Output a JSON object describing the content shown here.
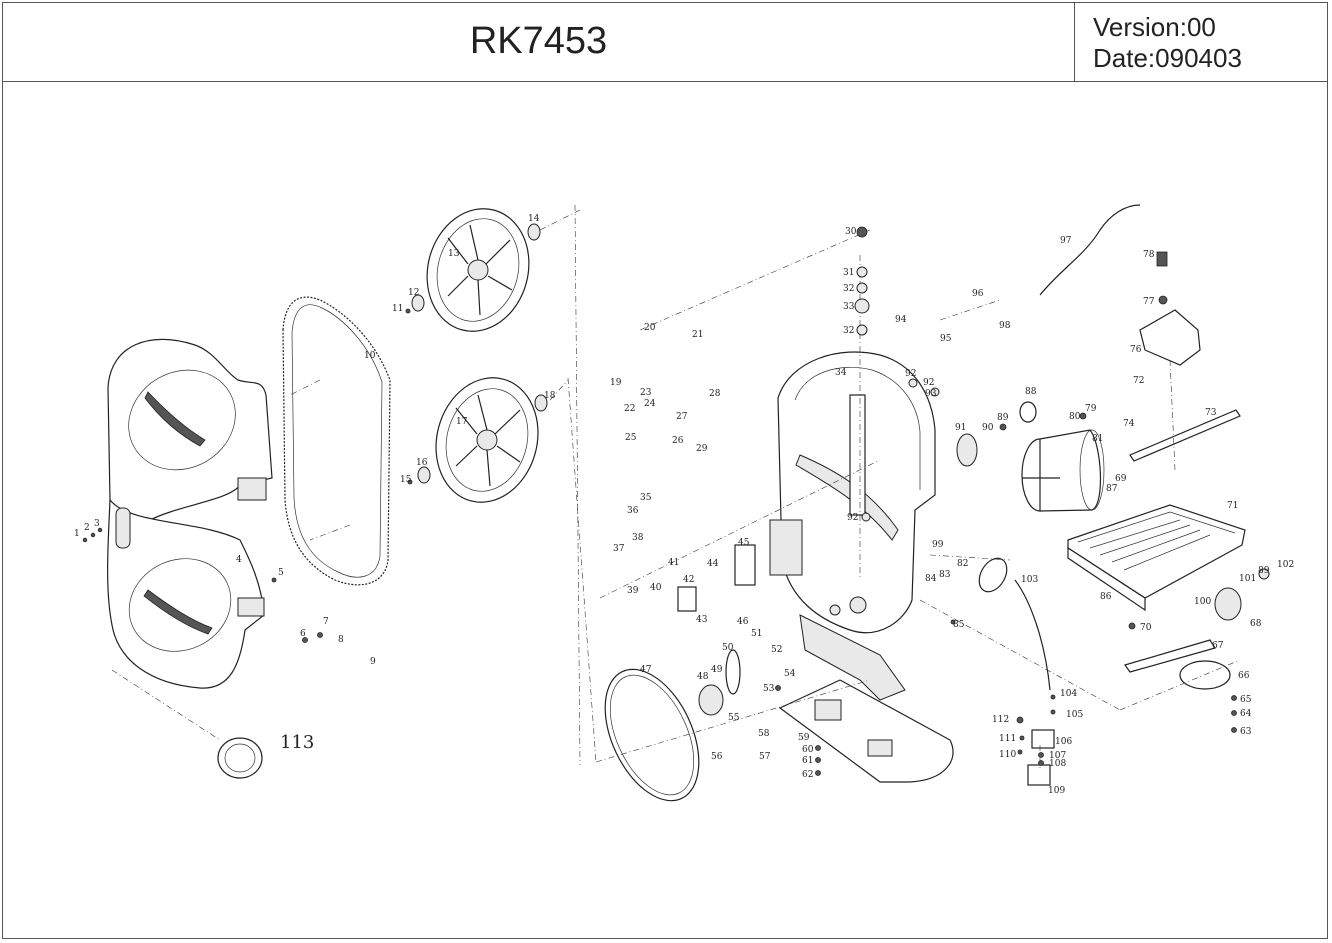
{
  "header": {
    "title": "RK7453",
    "version": "Version:00",
    "date": "Date:090403"
  },
  "part_numbers": [
    "1",
    "2",
    "3",
    "4",
    "5",
    "6",
    "7",
    "8",
    "9",
    "10",
    "11",
    "12",
    "13",
    "14",
    "15",
    "16",
    "17",
    "18",
    "19",
    "20",
    "21",
    "22",
    "23",
    "24",
    "25",
    "26",
    "27",
    "28",
    "29",
    "30",
    "31",
    "32",
    "33",
    "32",
    "34",
    "35",
    "36",
    "37",
    "38",
    "39",
    "40",
    "41",
    "42",
    "43",
    "44",
    "45",
    "46",
    "47",
    "48",
    "49",
    "50",
    "51",
    "52",
    "53",
    "54",
    "55",
    "56",
    "57",
    "58",
    "59",
    "60",
    "61",
    "62",
    "63",
    "64",
    "65",
    "66",
    "67",
    "68",
    "69",
    "70",
    "71",
    "72",
    "73",
    "74",
    "75",
    "76",
    "77",
    "78",
    "79",
    "80",
    "81",
    "82",
    "83",
    "84",
    "85",
    "86",
    "87",
    "88",
    "89",
    "90",
    "91",
    "92",
    "92",
    "92",
    "93",
    "94",
    "95",
    "96",
    "97",
    "98",
    "99",
    "100",
    "101",
    "89",
    "102",
    "103",
    "104",
    "105",
    "106",
    "107",
    "108",
    "109",
    "110",
    "111",
    "112",
    "113"
  ]
}
